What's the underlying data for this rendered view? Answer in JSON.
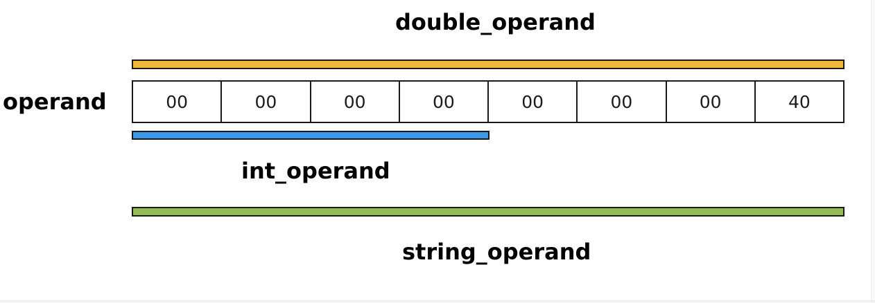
{
  "labels": {
    "double_operand": "double_operand",
    "operand": "operand",
    "int_operand": "int_operand",
    "string_operand": "string_operand"
  },
  "bytes": [
    "00",
    "00",
    "00",
    "00",
    "00",
    "00",
    "00",
    "40"
  ],
  "colors": {
    "double_bar": "#f2b83c",
    "int_bar": "#3b98e4",
    "string_bar": "#92bb55",
    "outline": "#1a1a1a"
  },
  "spans": {
    "double_operand_bytes": 8,
    "int_operand_bytes": 4,
    "string_operand_bytes": 8
  }
}
